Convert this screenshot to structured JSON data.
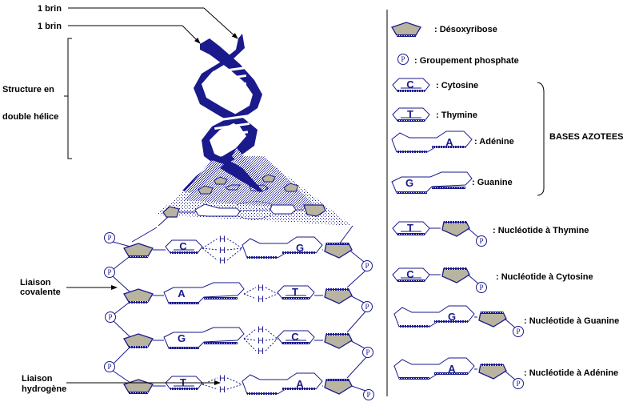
{
  "colors": {
    "strand": "#1a1a8c",
    "sugar_fill": "#b8b4a0",
    "outline": "#1a1a8c",
    "text": "#000000",
    "background": "#ffffff"
  },
  "left_labels": {
    "strand_1": "1 brin",
    "strand_2": "1 brin",
    "structure_line1": "Structure en",
    "structure_line2": "double hélice",
    "covalent_line1": "Liaison",
    "covalent_line2": "covalente",
    "hydrogen_line1": "Liaison",
    "hydrogen_line2": "hydrogène"
  },
  "ladder": {
    "rows": [
      {
        "left_base": "C",
        "right_base": "G",
        "h_bonds": 3
      },
      {
        "left_base": "A",
        "right_base": "T",
        "h_bonds": 2
      },
      {
        "left_base": "G",
        "right_base": "C",
        "h_bonds": 3
      },
      {
        "left_base": "T",
        "right_base": "A",
        "h_bonds": 2
      }
    ],
    "h_symbol": "H",
    "phosphate_symbol": "P"
  },
  "legend": {
    "sugar": ": Désoxyribose",
    "phosphate": ": Groupement phosphate",
    "cytosine_letter": "C",
    "cytosine": ": Cytosine",
    "thymine_letter": "T",
    "thymine": ": Thymine",
    "adenine_letter": "A",
    "adenine": ": Adénine",
    "guanine_letter": "G",
    "guanine": ": Guanine",
    "bases_group": "BASES AZOTEES",
    "phosphate_letter": "P"
  },
  "nucleotides": [
    {
      "letter": "T",
      "label": ": Nucléotide à Thymine"
    },
    {
      "letter": "C",
      "label": ": Nucléotide à Cytosine"
    },
    {
      "letter": "G",
      "label": ": Nucléotide à Guanine"
    },
    {
      "letter": "A",
      "label": ": Nucléotide à Adénine"
    }
  ]
}
